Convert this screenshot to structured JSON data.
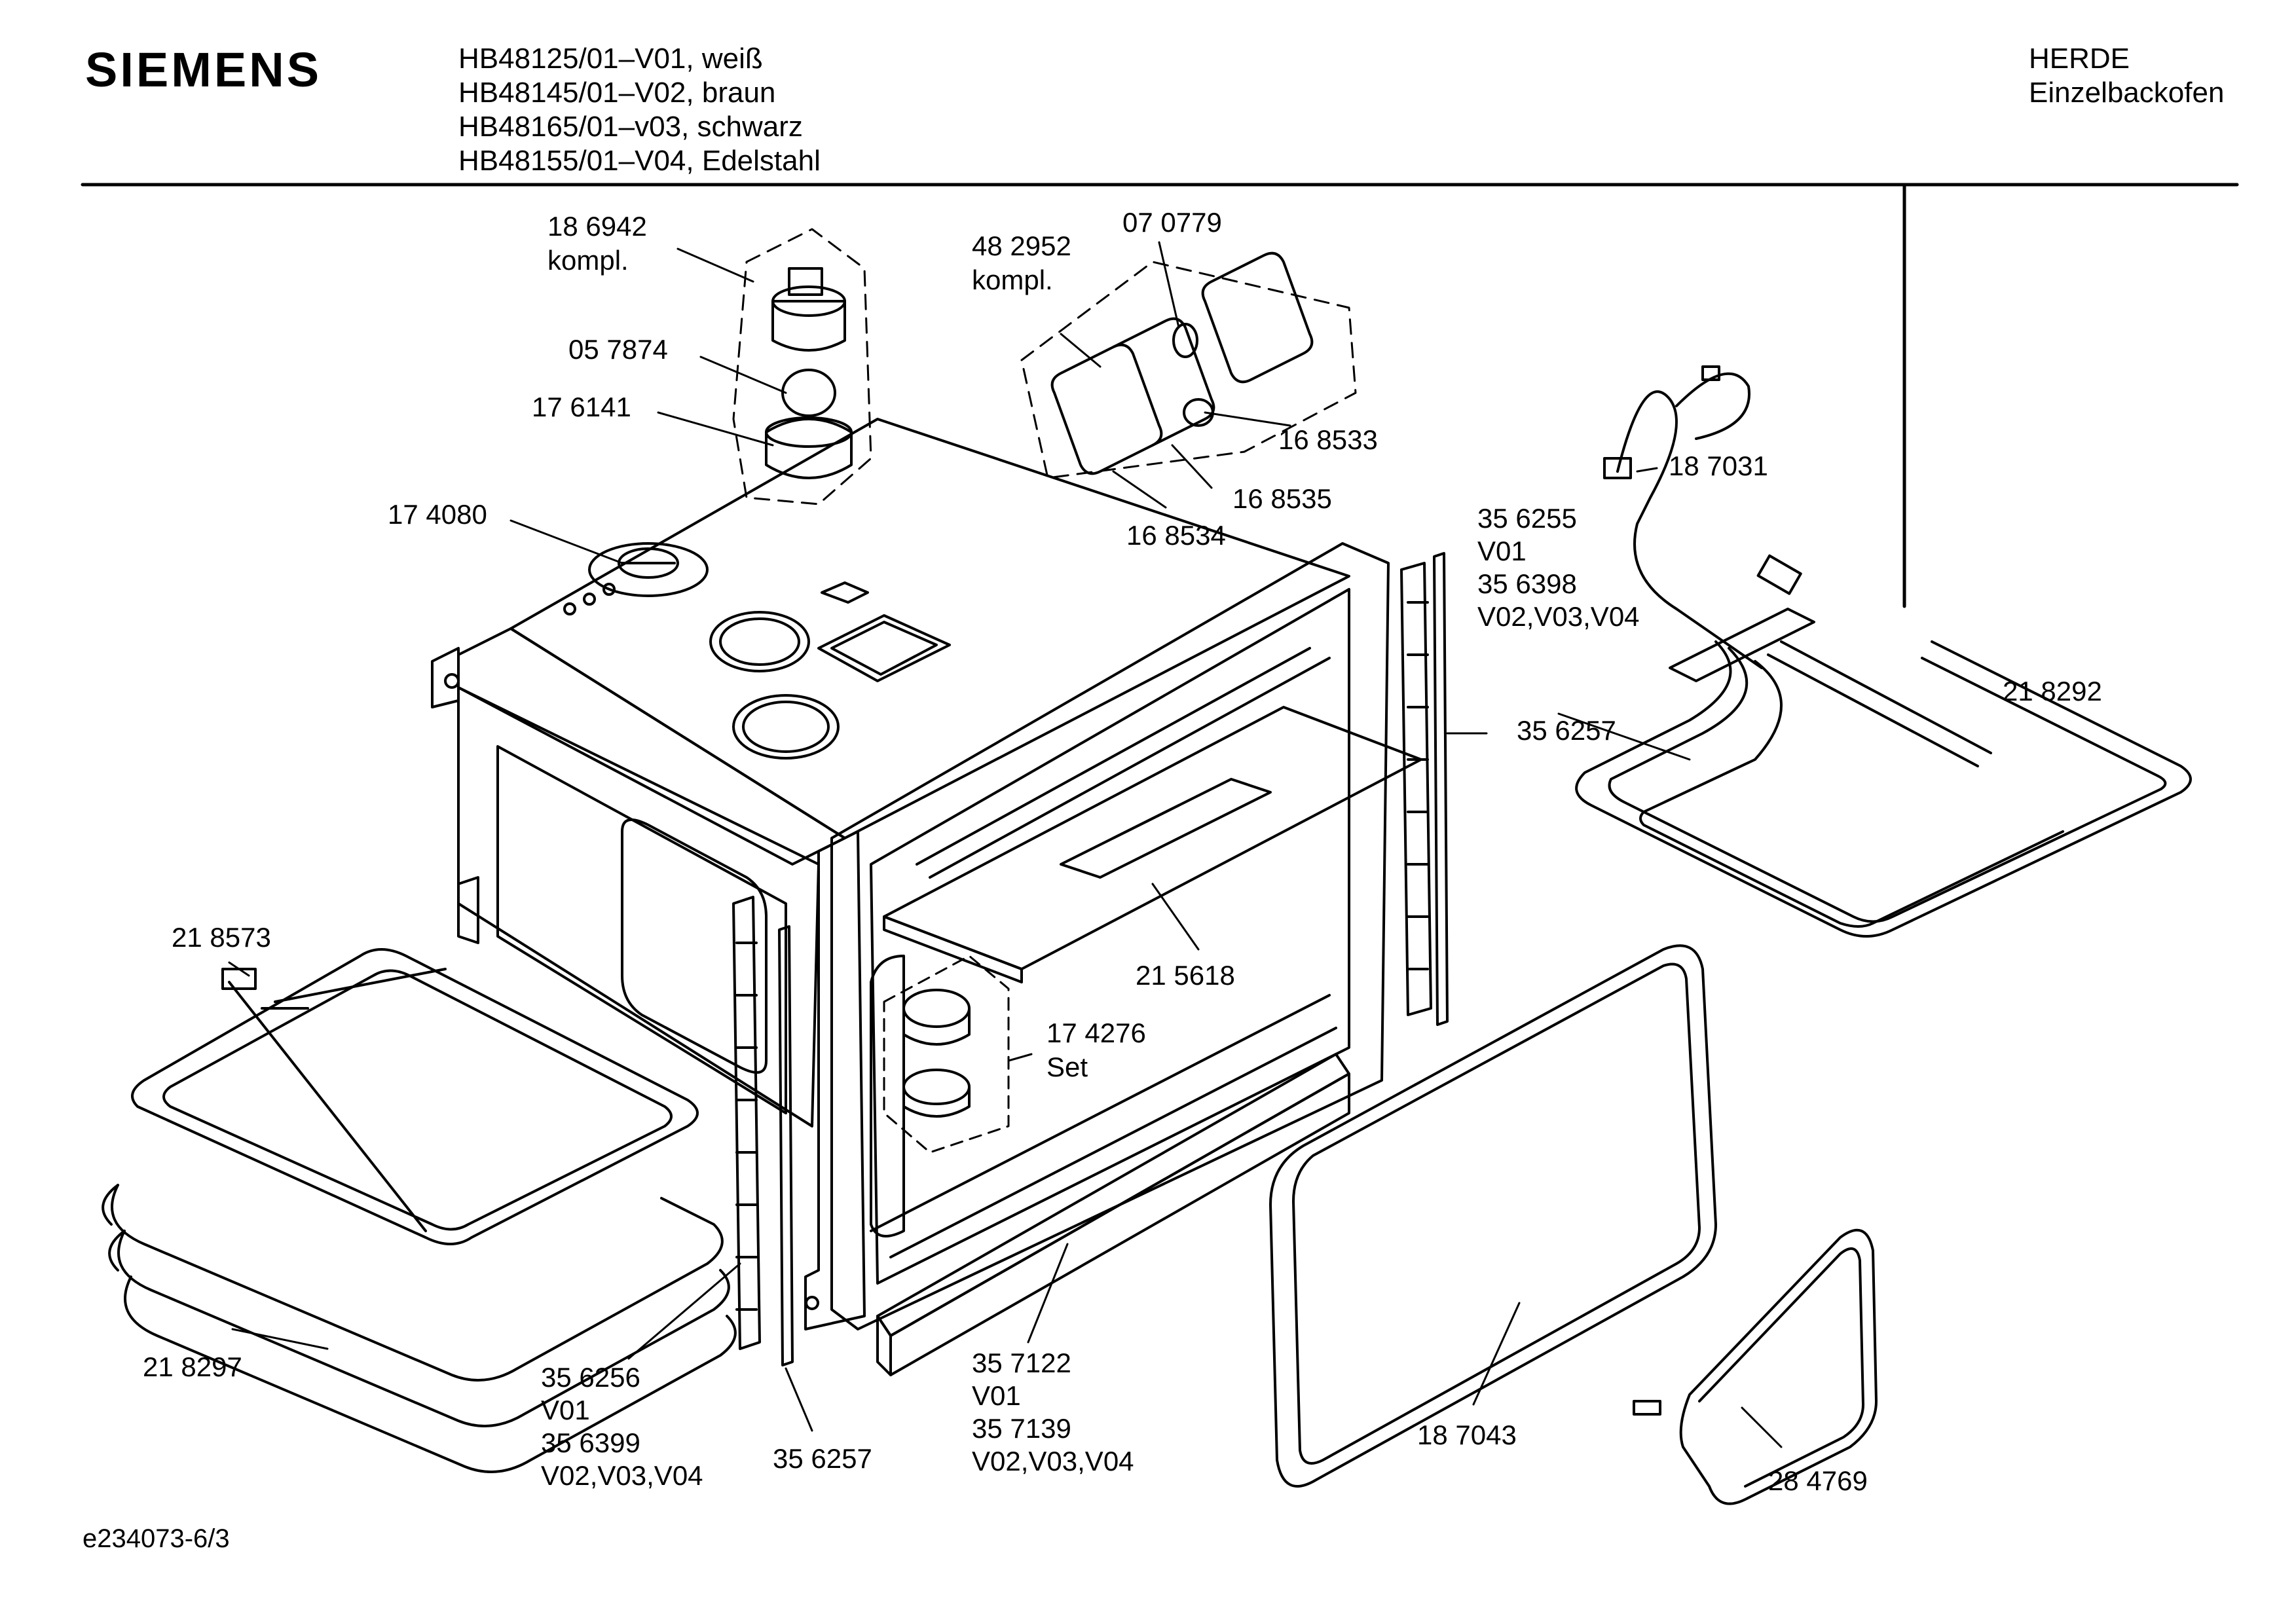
{
  "header": {
    "brand": "SIEMENS",
    "models": [
      "HB48125/01–V01, weiß",
      "HB48145/01–V02, braun",
      "HB48165/01–v03, schwarz",
      "HB48155/01–V04, Edelstahl"
    ],
    "category": "HERDE",
    "subcategory": "Einzelbackofen"
  },
  "footer": {
    "doc_id": "e234073-6/3"
  },
  "parts": [
    {
      "id": "p1",
      "lines": [
        "18 6942",
        "kompl."
      ]
    },
    {
      "id": "p2",
      "lines": [
        "05 7874"
      ]
    },
    {
      "id": "p3",
      "lines": [
        "17 6141"
      ]
    },
    {
      "id": "p4",
      "lines": [
        "17 4080"
      ]
    },
    {
      "id": "p5",
      "lines": [
        "48 2952",
        "kompl."
      ]
    },
    {
      "id": "p6",
      "lines": [
        "07 0779"
      ]
    },
    {
      "id": "p7",
      "lines": [
        "16 8533"
      ]
    },
    {
      "id": "p8",
      "lines": [
        "16 8535"
      ]
    },
    {
      "id": "p9",
      "lines": [
        "16 8534"
      ]
    },
    {
      "id": "p10",
      "lines": [
        "18 7031"
      ]
    },
    {
      "id": "p11",
      "lines": [
        "35 6255",
        "V01",
        "35 6398",
        "V02,V03,V04"
      ]
    },
    {
      "id": "p12",
      "lines": [
        "35 6257"
      ]
    },
    {
      "id": "p13",
      "lines": [
        "21 8292"
      ]
    },
    {
      "id": "p14",
      "lines": [
        "21 8573"
      ]
    },
    {
      "id": "p15",
      "lines": [
        "21 5618"
      ]
    },
    {
      "id": "p16",
      "lines": [
        "17 4276",
        "Set"
      ]
    },
    {
      "id": "p17",
      "lines": [
        "21 8297"
      ]
    },
    {
      "id": "p18",
      "lines": [
        "35 6256",
        "V01",
        "35 6399",
        "V02,V03,V04"
      ]
    },
    {
      "id": "p19",
      "lines": [
        "35 6257"
      ]
    },
    {
      "id": "p20",
      "lines": [
        "35 7122",
        "V01",
        "35 7139",
        "V02,V03,V04"
      ]
    },
    {
      "id": "p21",
      "lines": [
        "18 7043"
      ]
    },
    {
      "id": "p22",
      "lines": [
        "28 4769"
      ]
    }
  ]
}
